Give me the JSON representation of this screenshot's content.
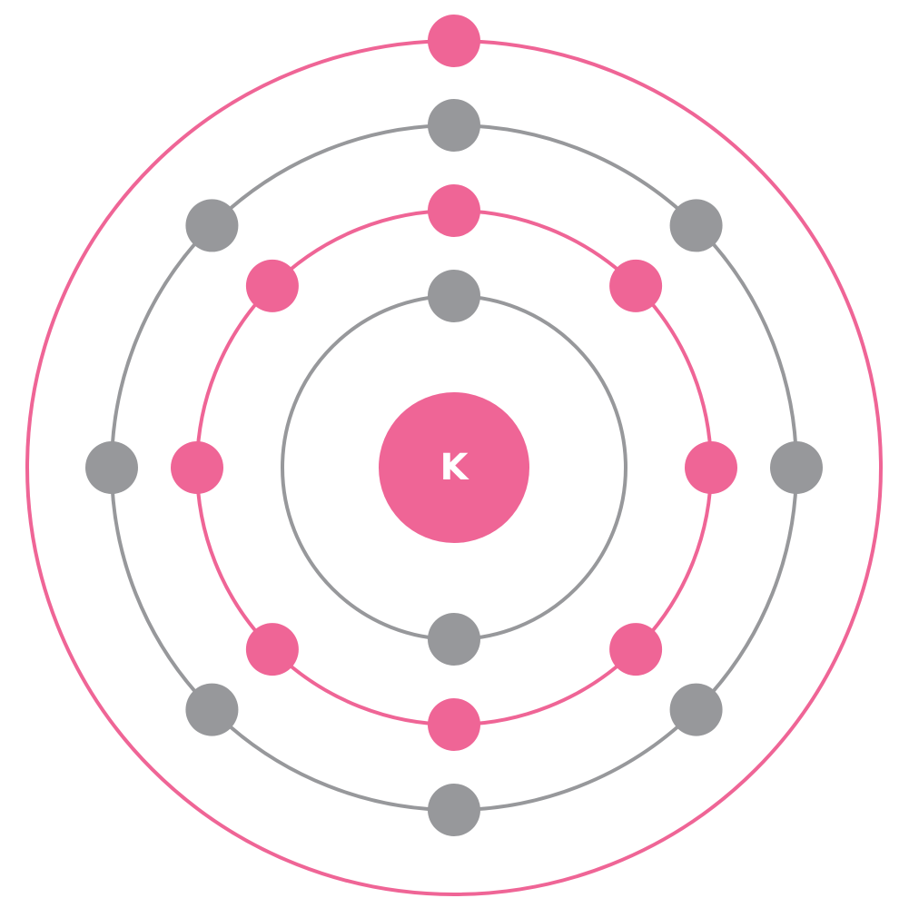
{
  "atom": {
    "symbol": "K"
  },
  "colors": {
    "pink": "#EF6596",
    "gray": "#97989B",
    "background": "#FFFFFF",
    "label": "#FFFFFF"
  },
  "shells": [
    {
      "name": "shell-1",
      "color": "gray",
      "electrons": 2
    },
    {
      "name": "shell-2",
      "color": "pink",
      "electrons": 8
    },
    {
      "name": "shell-3",
      "color": "gray",
      "electrons": 8
    },
    {
      "name": "shell-4",
      "color": "pink",
      "electrons": 1
    }
  ]
}
